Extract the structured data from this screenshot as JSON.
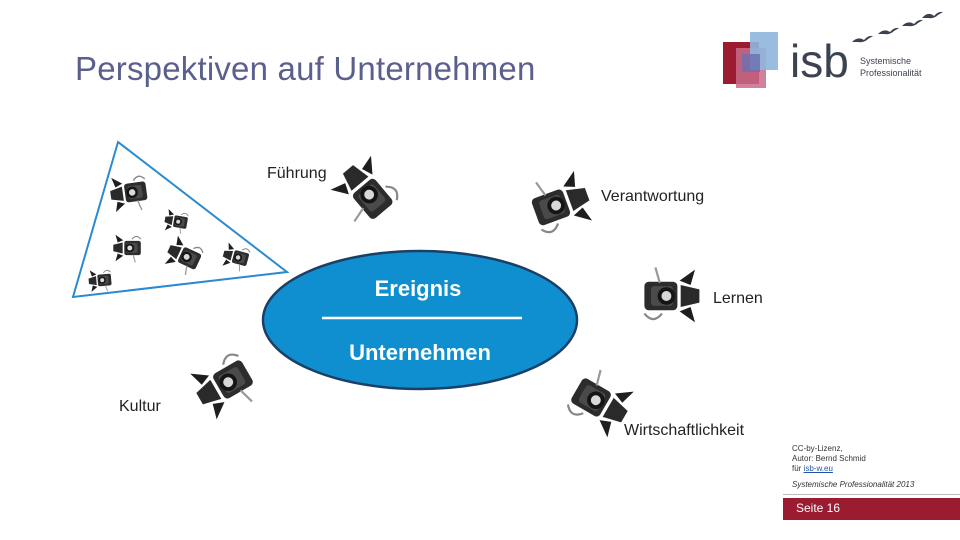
{
  "title": "Perspektiven auf Unternehmen",
  "logo": {
    "name": "isb",
    "line1": "Systemische",
    "line2": "Professionalität",
    "colors": {
      "dark_red": "#9b1b30",
      "pink": "#c96b8a",
      "light_blue": "#8fb6dc",
      "violet": "#6b6fb0"
    }
  },
  "center": {
    "top_label": "Ereignis",
    "bottom_label": "Unternehmen",
    "color": "#0f8fcf"
  },
  "perspectives": [
    {
      "label": "Führung"
    },
    {
      "label": "Verantwortung"
    },
    {
      "label": "Lernen"
    },
    {
      "label": "Wirtschaftlichkeit"
    },
    {
      "label": "Kultur"
    }
  ],
  "group_icon": "spotlight-icon",
  "credits": {
    "license": "CC-by-Lizenz,",
    "author": "Autor: Bernd Schmid",
    "for_prefix": "für ",
    "link": "isb-w.eu",
    "org": "Systemische Professionalität 2013"
  },
  "footer": {
    "page": "Seite 16",
    "bar_color": "#9b1b30"
  }
}
